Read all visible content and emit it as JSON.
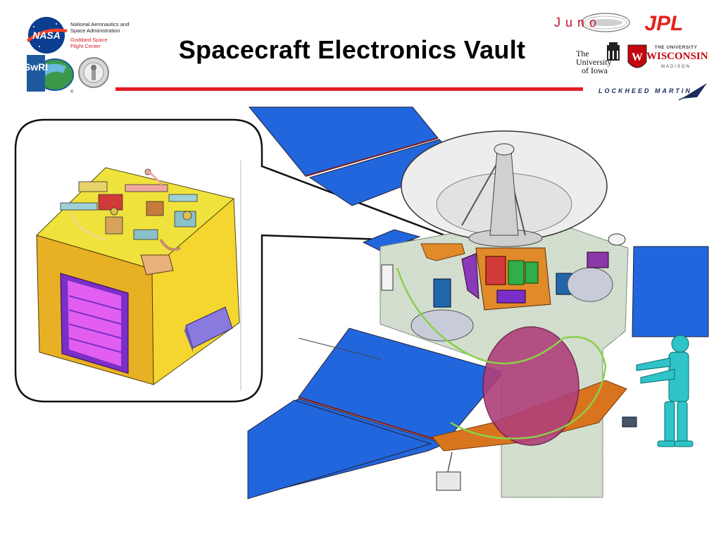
{
  "slide": {
    "title": "Spacecraft Electronics Vault"
  },
  "logos": {
    "nasa_name_line1": "National Aeronautics and",
    "nasa_name_line2": "Space Administration",
    "nasa_center_line1": "Goddard Space",
    "nasa_center_line2": "Flight Center",
    "nasa_mark": "NASA",
    "swri_mark": "SwRI",
    "juno_wordmark": "Juno",
    "jpl_wordmark": "JPL",
    "iowa_line1": "The",
    "iowa_line2": "University",
    "iowa_line3": "of Iowa",
    "wisconsin_line1": "THE UNIVERSITY",
    "wisconsin_line2": "WISCONSIN",
    "wisconsin_line3": "MADISON",
    "lockheed_wordmark": "LOCKHEED MARTIN"
  },
  "colors": {
    "title_rule": "#e31b23",
    "solar_panel": "#2266dd",
    "vault_box": "#f5d630",
    "vault_radiator": "#cc33ee",
    "astronaut_figure": "#2ec4c8",
    "tank": "#b0407a",
    "deck": "#d9741e"
  }
}
